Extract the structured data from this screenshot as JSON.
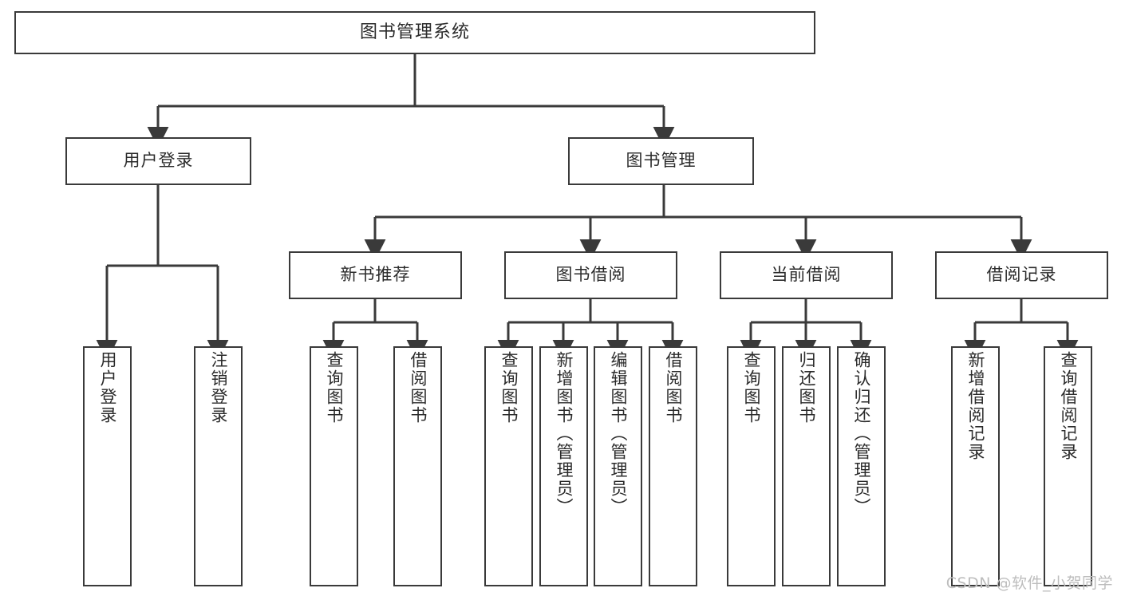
{
  "diagram": {
    "type": "tree",
    "title": "图书管理系统",
    "style": {
      "node_fill": "#ffffff",
      "node_border": "#3a3a3a",
      "edge_color": "#3a3a3a",
      "text_color": "#2b2b2b",
      "background": "#ffffff"
    },
    "nodes": {
      "root": {
        "label": "图书管理系统"
      },
      "level2": [
        {
          "id": "user_login",
          "label": "用户登录"
        },
        {
          "id": "book_mgmt",
          "label": "图书管理"
        }
      ],
      "level3": [
        {
          "id": "new_book_rec",
          "label": "新书推荐",
          "parent": "book_mgmt"
        },
        {
          "id": "book_borrow",
          "label": "图书借阅",
          "parent": "book_mgmt"
        },
        {
          "id": "current_borrow",
          "label": "当前借阅",
          "parent": "book_mgmt"
        },
        {
          "id": "borrow_record",
          "label": "借阅记录",
          "parent": "book_mgmt"
        }
      ],
      "leaves": [
        {
          "id": "leaf_user_login",
          "label": "用户登录",
          "parent": "user_login"
        },
        {
          "id": "leaf_user_logout",
          "label": "注销登录",
          "parent": "user_login"
        },
        {
          "id": "leaf_rec_query",
          "label": "查询图书",
          "parent": "new_book_rec"
        },
        {
          "id": "leaf_rec_borrow",
          "label": "借阅图书",
          "parent": "new_book_rec"
        },
        {
          "id": "leaf_borrow_query",
          "label": "查询图书",
          "parent": "book_borrow"
        },
        {
          "id": "leaf_borrow_add",
          "label": "新增图书（管理员）",
          "parent": "book_borrow"
        },
        {
          "id": "leaf_borrow_edit",
          "label": "编辑图书（管理员）",
          "parent": "book_borrow"
        },
        {
          "id": "leaf_borrow_do",
          "label": "借阅图书",
          "parent": "book_borrow"
        },
        {
          "id": "leaf_cur_query",
          "label": "查询图书",
          "parent": "current_borrow"
        },
        {
          "id": "leaf_cur_return",
          "label": "归还图书",
          "parent": "current_borrow"
        },
        {
          "id": "leaf_cur_confirm",
          "label": "确认归还（管理员）",
          "parent": "current_borrow"
        },
        {
          "id": "leaf_rec_add",
          "label": "新增借阅记录",
          "parent": "borrow_record"
        },
        {
          "id": "leaf_rec_search",
          "label": "查询借阅记录",
          "parent": "borrow_record"
        }
      ]
    }
  },
  "watermark": {
    "text": "CSDN @软件_小贺同学"
  }
}
